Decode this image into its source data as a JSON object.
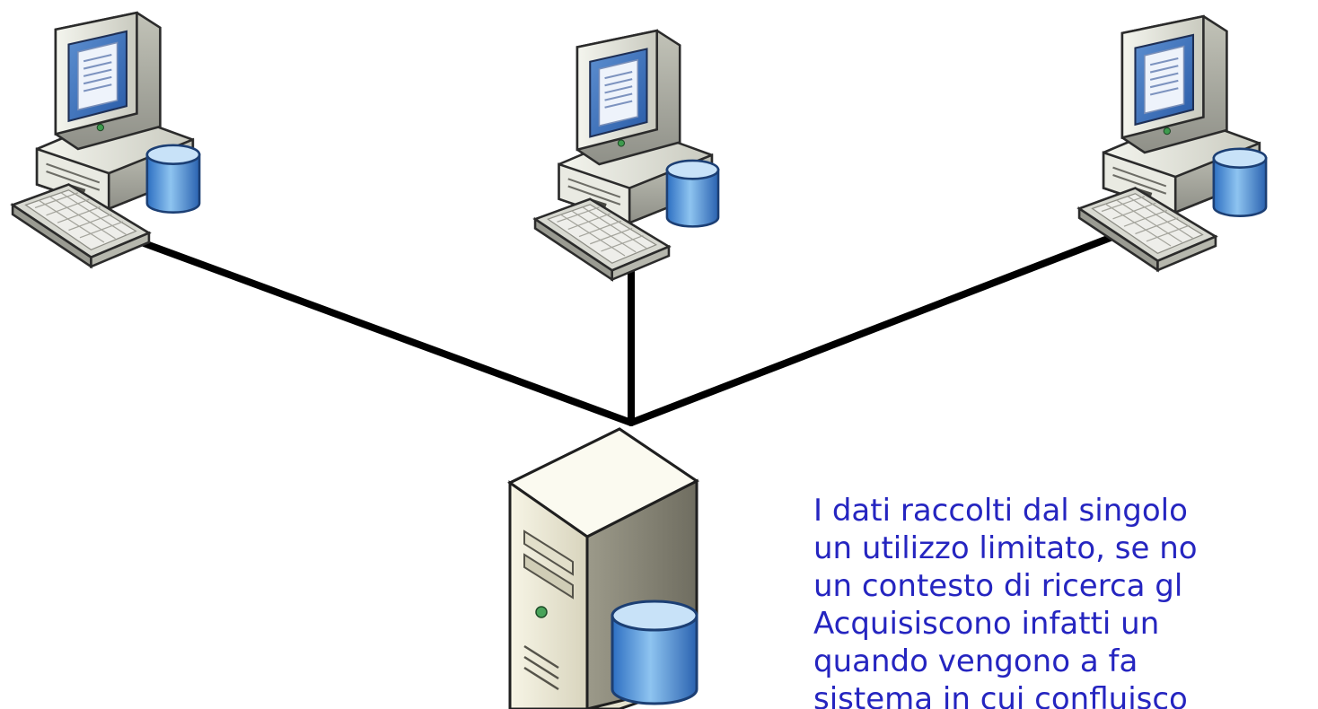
{
  "diagram": {
    "line_color": "#000000",
    "text_color": "#2525c0",
    "nodes": [
      {
        "id": "client-left",
        "icon": "desktop-computer-with-database-icon"
      },
      {
        "id": "client-center",
        "icon": "desktop-computer-with-database-icon"
      },
      {
        "id": "client-right",
        "icon": "desktop-computer-with-database-icon"
      },
      {
        "id": "central-server",
        "icon": "server-tower-with-database-icon"
      }
    ],
    "edges": [
      {
        "from": "client-left",
        "to": "central-server"
      },
      {
        "from": "client-center",
        "to": "central-server"
      },
      {
        "from": "client-right",
        "to": "central-server"
      }
    ]
  },
  "caption": {
    "lines": [
      "I dati raccolti dal singolo",
      "un utilizzo limitato, se no",
      "un contesto di ricerca gl",
      "Acquisiscono infatti un",
      "quando vengono a fa",
      "sistema in cui confluisco"
    ]
  }
}
